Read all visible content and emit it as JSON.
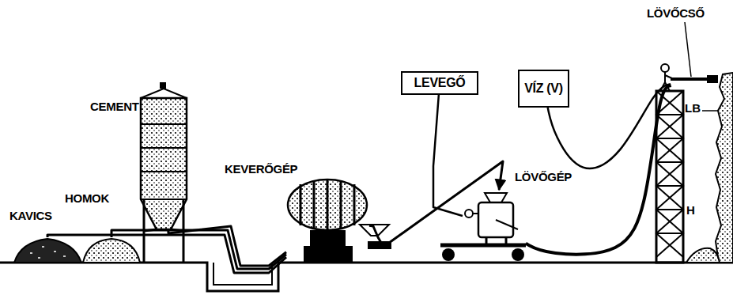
{
  "diagram": {
    "nodes": [
      {
        "text": [
          "KAVICS"
        ]
      },
      {
        "text": [
          "HOMOK"
        ]
      },
      {
        "text": [
          "CEMENT"
        ]
      },
      {
        "text": [
          "KEVERŐGÉP"
        ]
      },
      {
        "text": [
          "LEVEGŐ"
        ]
      },
      {
        "text": [
          "VÍZ (V)"
        ]
      },
      {
        "text": [
          "LÖVŐGÉP"
        ]
      },
      {
        "text": [
          "LÖVŐCSŐ"
        ]
      }
    ],
    "edges": [
      {
        "from": 0,
        "to": 3,
        "arrow": "none"
      },
      {
        "from": 1,
        "to": 3,
        "arrow": "none"
      },
      {
        "from": 2,
        "to": 3,
        "arrow": "none"
      },
      {
        "from": 3,
        "to": 6,
        "arrow": "to"
      },
      {
        "from": 4,
        "to": 6,
        "arrow": "none"
      },
      {
        "from": 5,
        "to": 7,
        "arrow": "none"
      },
      {
        "from": 6,
        "to": 7,
        "arrow": "none"
      }
    ],
    "labels": [
      "LB",
      "H"
    ]
  }
}
